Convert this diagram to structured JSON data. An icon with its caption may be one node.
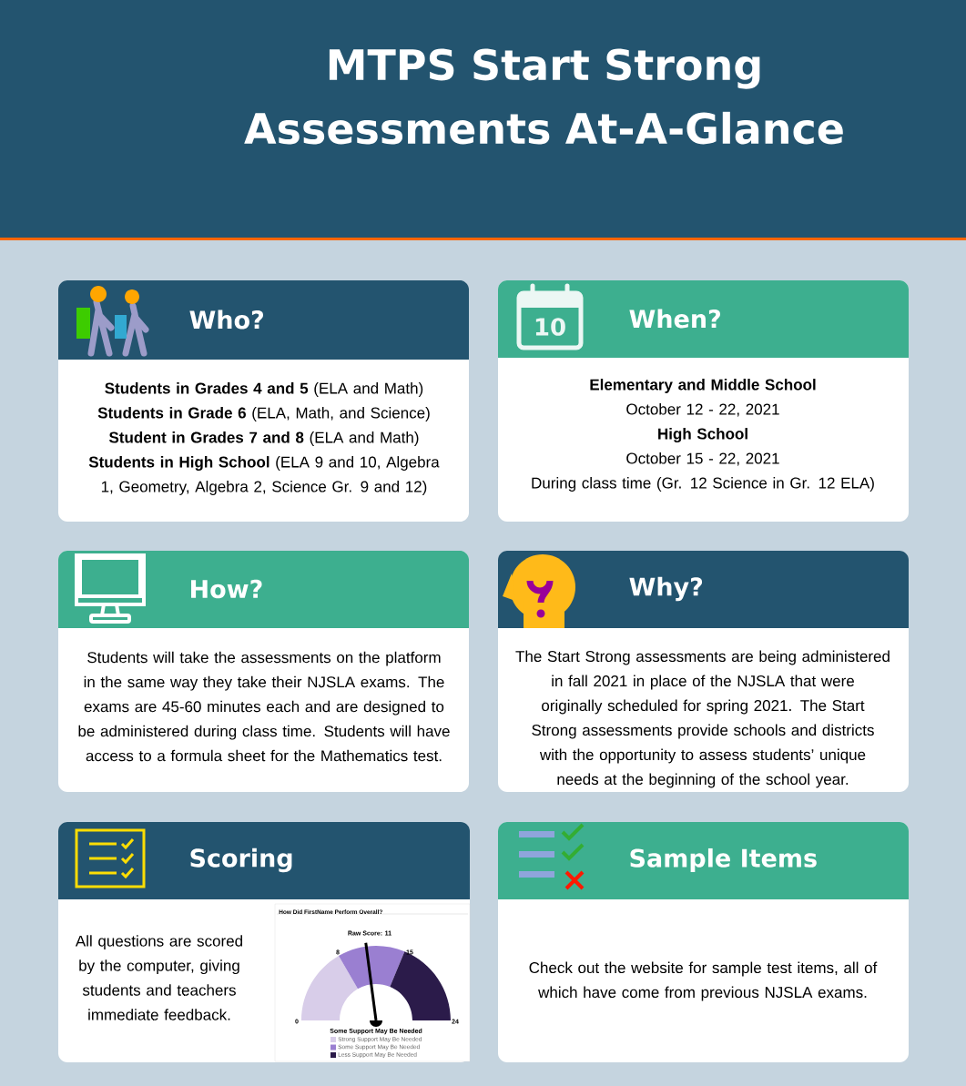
{
  "diagram": {
    "title": "MTPS Start Strong Assessments At-A-Glance",
    "nodes": [
      {
        "text": [
          "Who?",
          "**Students in Grades 4 and 5** (ELA and Math)",
          "**Students in Grade 6** (ELA, Math, and Science)",
          "**Student in Grades 7 and 8** (ELA and Math)",
          "**Students in High School** (ELA 9 and 10, Algebra 1, Geometry, Algebra 2, Science Gr. 9 and 12)"
        ]
      },
      {
        "text": [
          "When?",
          "Elementary and Middle School",
          "October 12 - 22, 2021",
          "High School",
          "October 15 - 22, 2021",
          "During class time (Gr. 12 Science in Gr. 12 ELA)"
        ]
      },
      {
        "text": [
          "How?",
          "Students will take the assessments on the platform in the same way they take their NJSLA exams. The exams are 45-60 minutes each and are designed to be administered during class time. Students will have access to a formula sheet for the Mathematics test."
        ]
      },
      {
        "text": [
          "Why?",
          "The Start Strong assessments are being administered in fall 2021 in place of the NJSLA that were originally scheduled for spring 2021. The Start Strong assessments provide schools and districts with the opportunity to assess students’ unique needs at the beginning of the school year."
        ]
      },
      {
        "text": [
          "Scoring",
          "All questions are scored by the computer, giving students and teachers immediate feedback."
        ]
      },
      {
        "text": [
          "Sample Items",
          "Check out the website for sample test items, all of which have come from previous NJSLA exams."
        ]
      }
    ],
    "labels": [
      "10",
      "How Did FirstName Perform Overall?",
      "Raw Score: 11",
      "8",
      "15",
      "0",
      "24",
      "Some Support May Be Needed"
    ],
    "legend": [
      {
        "text": "Strong Support May Be Needed",
        "color": "#d8cde9"
      },
      {
        "text": "Some Support May Be Needed",
        "color": "#9a7fd1"
      },
      {
        "text": "Less Support May Be Needed",
        "color": "#2b1b4a"
      }
    ]
  }
}
